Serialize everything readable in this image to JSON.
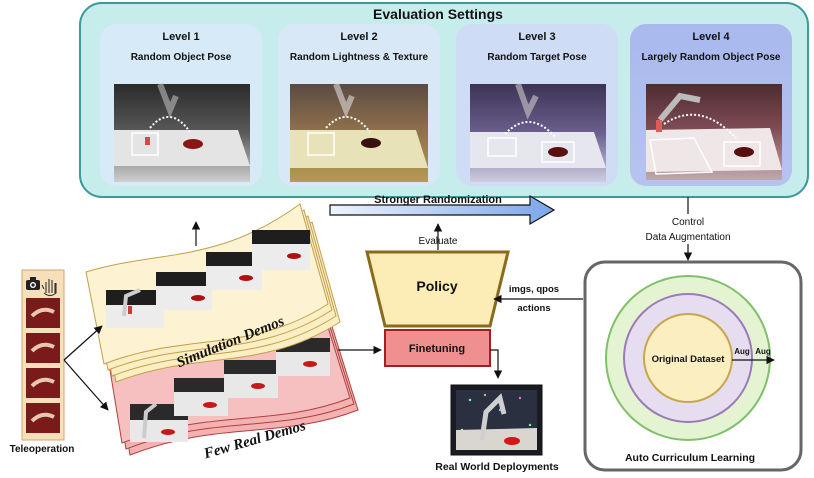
{
  "evaluation": {
    "title": "Evaluation Settings",
    "levels": [
      {
        "level": "Level 1",
        "subtitle": "Random Object Pose"
      },
      {
        "level": "Level 2",
        "subtitle": "Random Lightness & Texture"
      },
      {
        "level": "Level 3",
        "subtitle": "Random Target Pose"
      },
      {
        "level": "Level 4",
        "subtitle": "Largely Random Object Pose"
      }
    ],
    "arrow_label": "Stronger Randomization"
  },
  "flow": {
    "control_line1": "Control",
    "control_line2": "Data Augmentation",
    "evaluate": "Evaluate",
    "policy": "Policy",
    "finetuning": "Finetuning",
    "imgs_qpos": "imgs, qpos",
    "actions": "actions",
    "real_world": "Real World Deployments"
  },
  "demos": {
    "simulation": "Simulation Demos",
    "real": "Few Real Demos",
    "teleoperation": "Teleoperation"
  },
  "curriculum": {
    "title": "Auto Curriculum Learning",
    "core": "Original Dataset",
    "aug1": "Aug",
    "aug2": "Aug"
  },
  "colors": {
    "panel_fill": "#c7ecec",
    "panel_stroke": "#3d9a9a",
    "policy_fill": "#fbedb5",
    "policy_stroke": "#8a6b1c",
    "finetune_fill": "#f08f8f",
    "sim_fill": "#fbeec3",
    "real_fill": "#f3b1b1",
    "ring_outer": "#e4f3d1",
    "ring_mid": "#e6ddf0",
    "ring_core": "#fbeec1"
  }
}
